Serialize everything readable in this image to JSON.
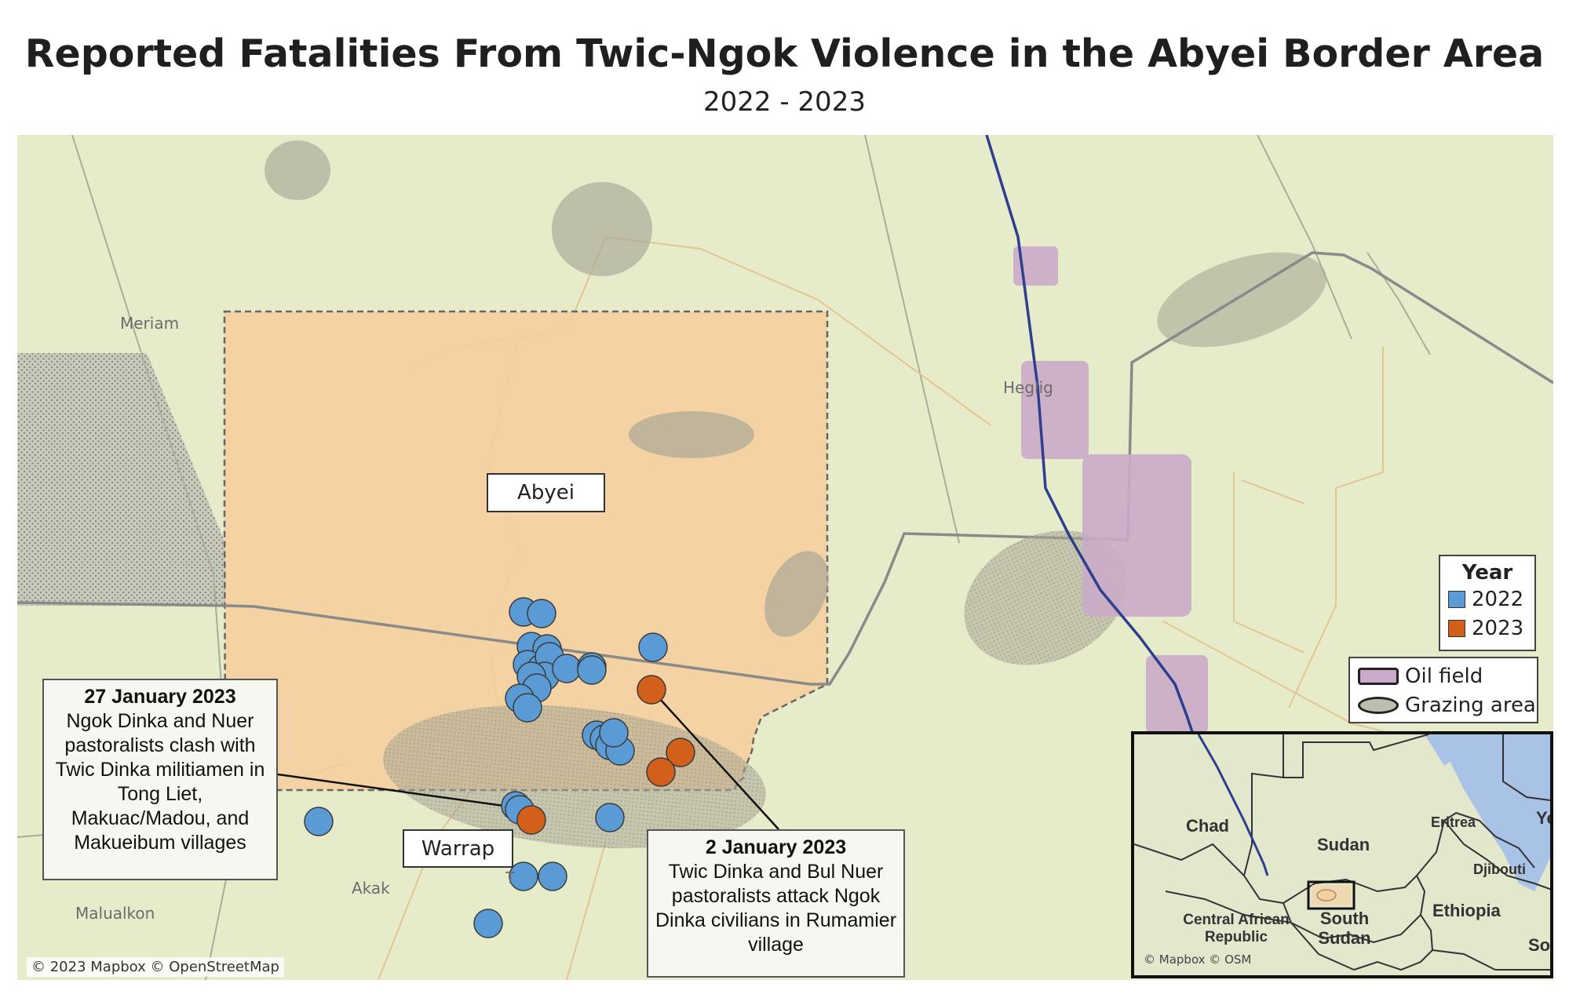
{
  "title": "Reported Fatalities From Twic-Ngok Violence in the Abyei Border Area",
  "subtitle": "2022 - 2023",
  "map": {
    "places": {
      "meriam": "Meriam",
      "heglig": "Heglig",
      "akak": "Akak",
      "malualkon": "Malualkon",
      "turalei_partial": "T"
    },
    "region_labels": {
      "abyei": "Abyei",
      "warrap": "Warrap"
    },
    "attribution": "© 2023 Mapbox © OpenStreetMap",
    "colors": {
      "year_2022": "#5b9bd5",
      "year_2023": "#d2601a",
      "oil_field": "#c9abc9",
      "grazing_area": "#a9a896",
      "abyei_area": "#f5cf9e",
      "pipeline": "#2e3f8f",
      "land": "#e6ecc9"
    }
  },
  "callouts": {
    "jan27": {
      "date": "27 January 2023",
      "text": "Ngok Dinka and Nuer pastoralists clash with Twic Dinka militiamen in Tong Liet, Makuac/Madou, and Makueibum villages"
    },
    "jan2": {
      "date": "2 January 2023",
      "text": "Twic Dinka and Bul Nuer pastoralists attack Ngok Dinka civilians in Rumamier village"
    }
  },
  "legend": {
    "year_title": "Year",
    "year_items": [
      {
        "label": "2022",
        "color": "#5b9bd5"
      },
      {
        "label": "2023",
        "color": "#d2601a"
      }
    ],
    "area_items": [
      {
        "label": "Oil field",
        "icon": "oil-field-swatch"
      },
      {
        "label": "Grazing area",
        "icon": "grazing-area-swatch"
      }
    ]
  },
  "inset": {
    "labels": {
      "chad": "Chad",
      "sudan": "Sudan",
      "eritrea": "Eritrea",
      "yemen_partial": "Ye",
      "djibouti": "Djibouti",
      "ethiopia": "Ethiopia",
      "car": "Central African Republic",
      "south_sudan": "South Sudan",
      "somalia_partial": "Son"
    },
    "attribution": "© Mapbox © OSM"
  }
}
